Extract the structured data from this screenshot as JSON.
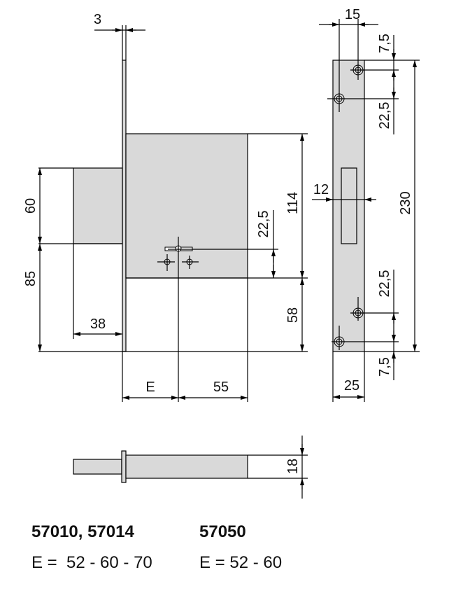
{
  "diagram": {
    "type": "technical-drawing",
    "subject": "mortise lock with faceplate, strike plate and bolt",
    "fill_color": "#d9d9d9",
    "line_color": "#000000",
    "front_view": {
      "dimensions": {
        "faceplate_thickness": "3",
        "bolt_height": "60",
        "bolt_to_bottom": "85",
        "bolt_projection": "38",
        "case_height": "114",
        "key_spacing": "22,5",
        "bottom_offset": "58",
        "backset": "E",
        "case_depth_from_key": "55"
      }
    },
    "strike_plate": {
      "dimensions": {
        "width_top": "15",
        "hole_top_offset": "7,5",
        "hole_spacing_top": "22,5",
        "slot_width": "12",
        "total_height": "230",
        "hole_spacing_bottom": "22,5",
        "hole_bottom_offset": "7,5",
        "width_bottom": "25"
      }
    },
    "side_view": {
      "dimensions": {
        "thickness": "18"
      }
    }
  },
  "legend": {
    "left": {
      "models": "57010, 57014",
      "e_values": "E =  52 - 60 - 70"
    },
    "right": {
      "models": "57050",
      "e_values": "E = 52 - 60"
    }
  }
}
